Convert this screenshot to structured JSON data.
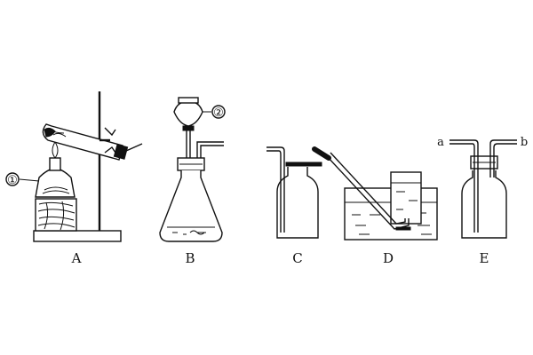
{
  "apparatus": {
    "A": {
      "label": "A",
      "marker": "①"
    },
    "B": {
      "label": "B",
      "marker": "②"
    },
    "C": {
      "label": "C"
    },
    "D": {
      "label": "D"
    },
    "E": {
      "label": "E",
      "port_left": "a",
      "port_right": "b"
    }
  }
}
